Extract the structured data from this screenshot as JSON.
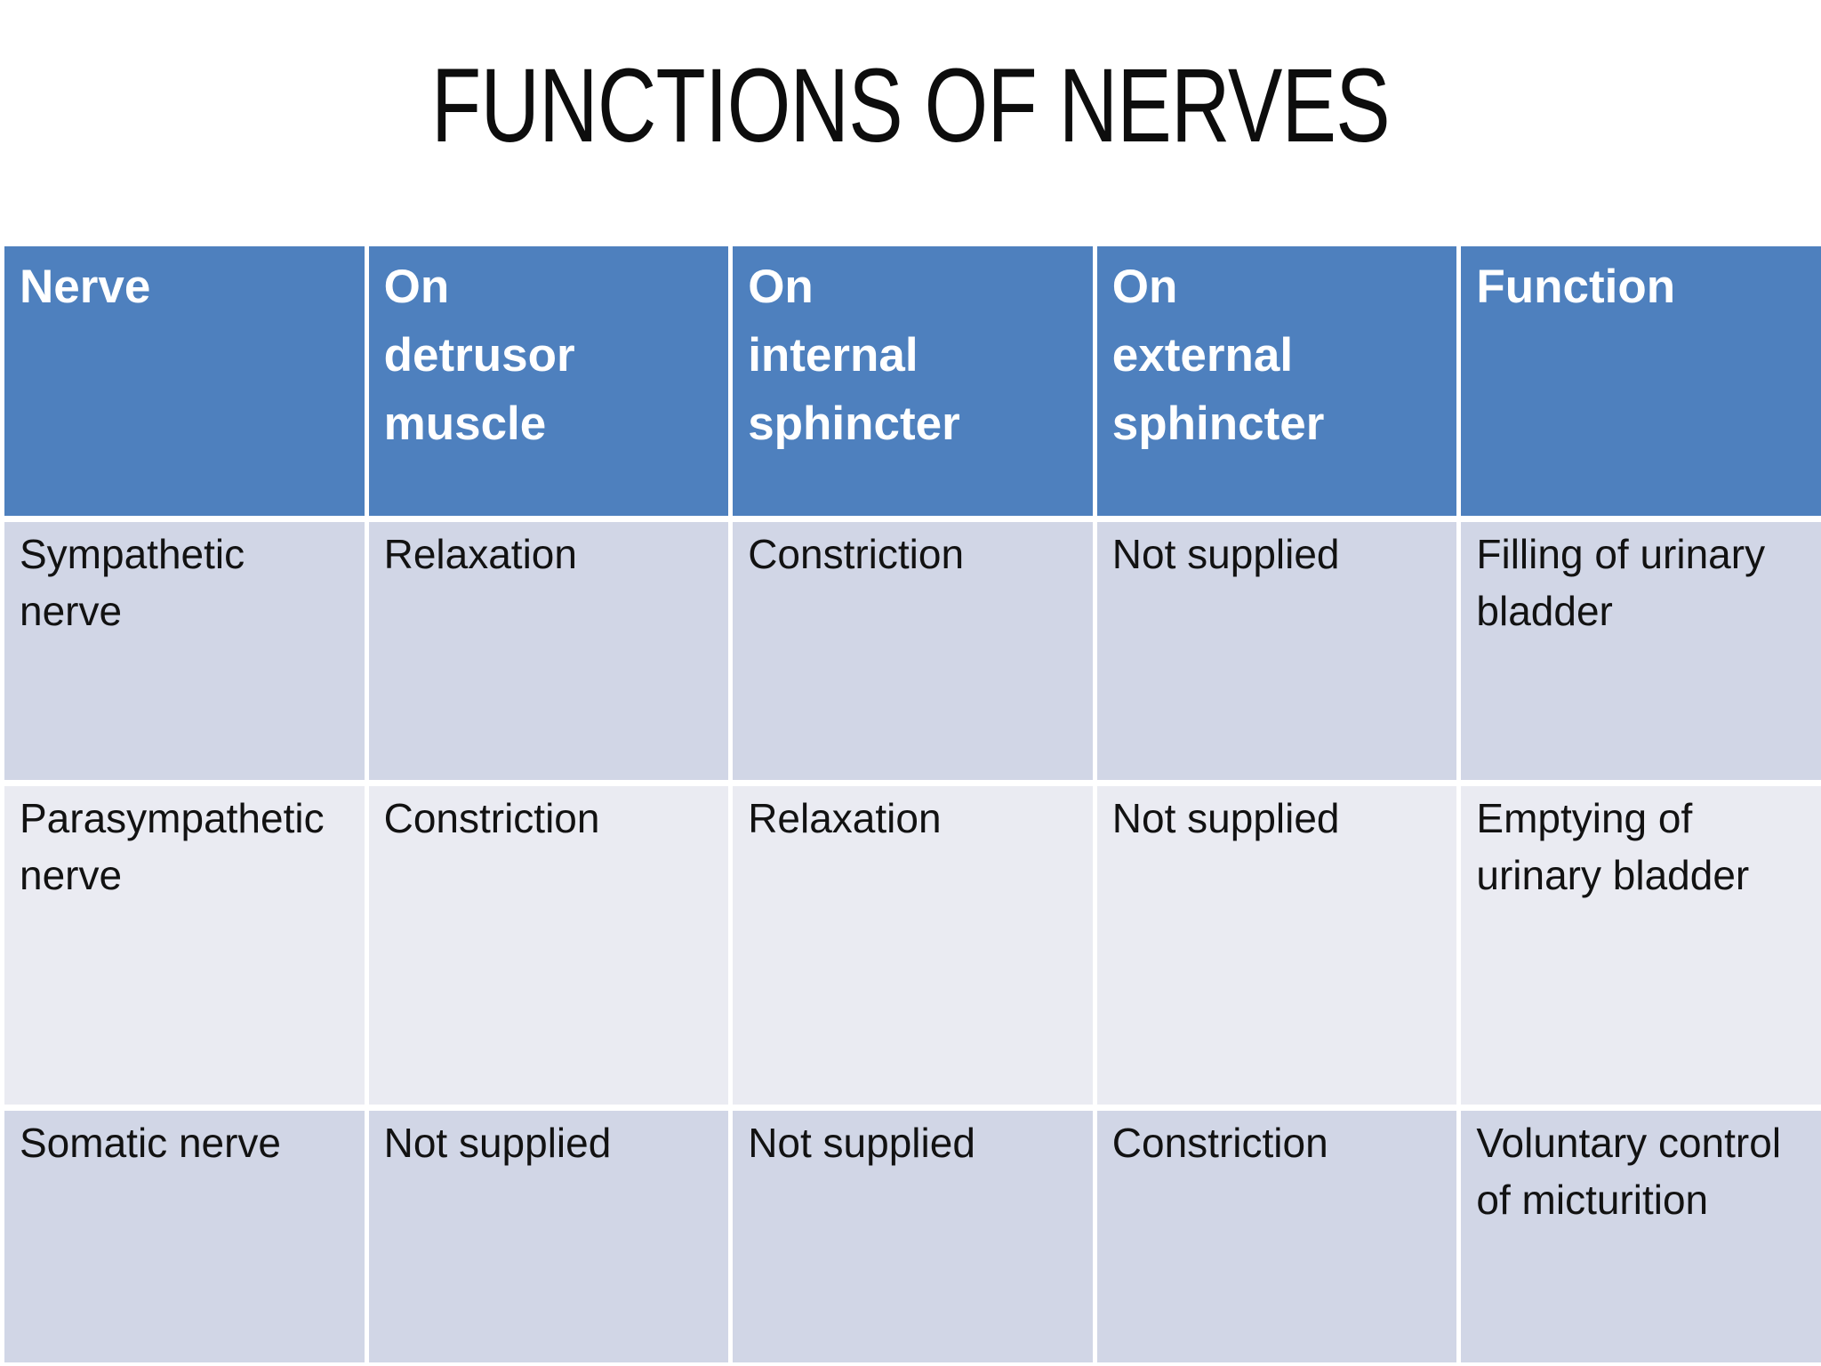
{
  "slide": {
    "title": "FUNCTIONS OF NERVES"
  },
  "table": {
    "columns": [
      "Nerve",
      "On\ndetrusor\nmuscle",
      "On\ninternal\nsphincter",
      "On\nexternal\nsphincter",
      "Function"
    ],
    "rows": [
      [
        "Sympathetic\nnerve",
        "Relaxation",
        "Constriction",
        "Not supplied",
        "Filling of urinary\nbladder"
      ],
      [
        "Parasympathetic\nnerve",
        "Constriction",
        "Relaxation",
        "Not supplied",
        "Emptying of\nurinary bladder"
      ],
      [
        "Somatic nerve",
        "Not supplied",
        "Not supplied",
        "Constriction",
        "Voluntary control\nof micturition"
      ]
    ],
    "colors": {
      "header_bg": "#4e80be",
      "header_text": "#ffffff",
      "row_odd_bg": "#d1d6e6",
      "row_even_bg": "#eaebf2",
      "body_text": "#121212",
      "divider": "#ffffff",
      "title_text": "#0d0d0d"
    }
  }
}
